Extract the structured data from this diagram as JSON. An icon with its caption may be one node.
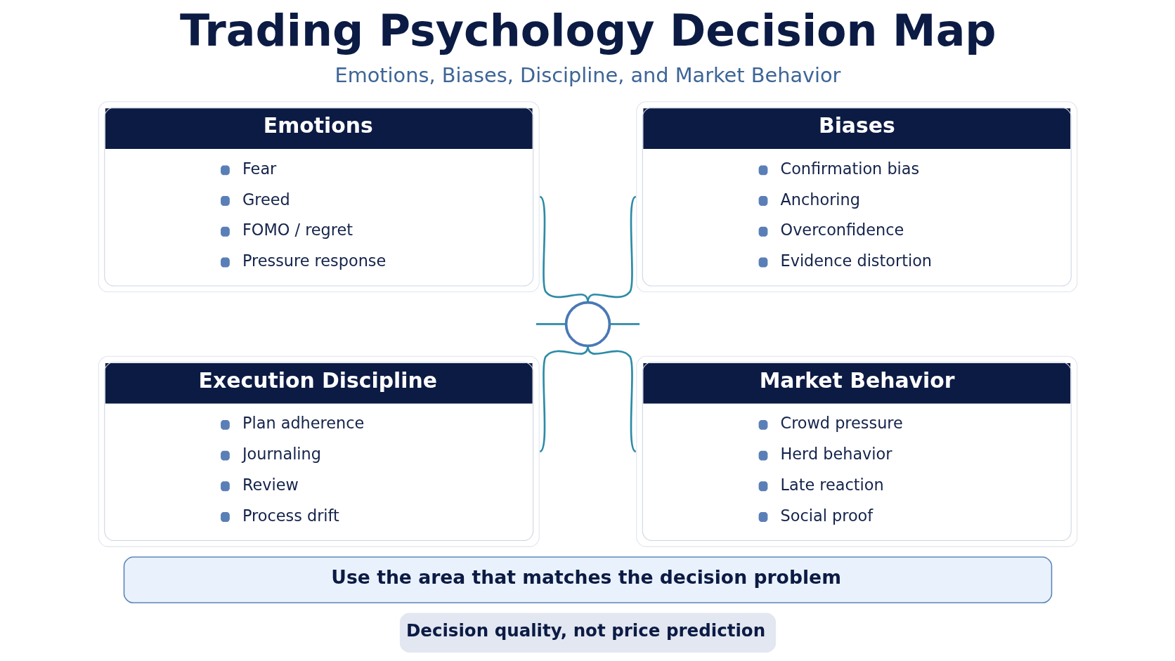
{
  "diagram": {
    "title": "Trading Psychology Decision Map",
    "nodes": [
      {
        "text": [
          "Emotions",
          "Fear",
          "Greed",
          "FOMO / regret",
          "Pressure response"
        ]
      },
      {
        "text": [
          "Biases",
          "Confirmation bias",
          "Anchoring",
          "Overconfidence",
          "Evidence distortion"
        ]
      },
      {
        "text": [
          "Execution Discipline",
          "Plan adherence",
          "Journaling",
          "Review",
          "Process drift"
        ]
      },
      {
        "text": [
          "Market Behavior",
          "Crowd pressure",
          "Herd behavior",
          "Late reaction",
          "Social proof"
        ]
      },
      {
        "text": [],
        "shape": "circle"
      },
      {
        "text": [
          "Use the area that matches the decision problem"
        ]
      },
      {
        "text": [
          "Decision quality, not price prediction"
        ]
      }
    ],
    "edges": [
      {
        "from": 0,
        "to": 4,
        "arrow": "none"
      },
      {
        "from": 1,
        "to": 4,
        "arrow": "none"
      },
      {
        "from": 4,
        "to": 2,
        "arrow": "none"
      },
      {
        "from": 4,
        "to": 3,
        "arrow": "none"
      },
      {
        "from": null,
        "to": 4,
        "arrow": "none"
      },
      {
        "from": 4,
        "to": null,
        "arrow": "none"
      }
    ],
    "labels": [
      "Emotions, Biases, Discipline, and Market Behavior"
    ]
  }
}
